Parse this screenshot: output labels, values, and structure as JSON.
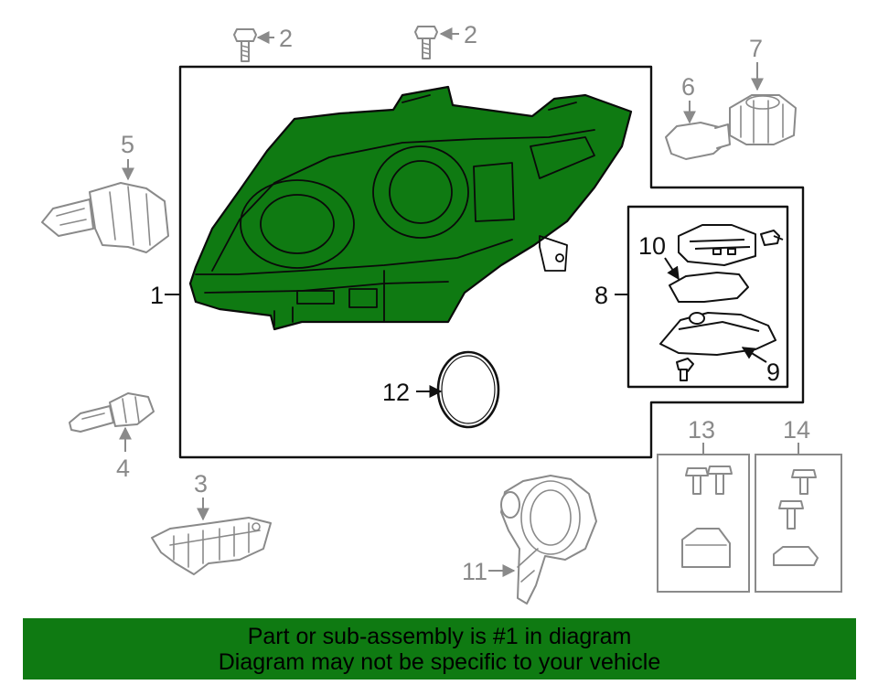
{
  "callouts": {
    "c1": "1",
    "c2a": "2",
    "c2b": "2",
    "c3": "3",
    "c4": "4",
    "c5": "5",
    "c6": "6",
    "c7": "7",
    "c8": "8",
    "c9": "9",
    "c10": "10",
    "c11": "11",
    "c12": "12",
    "c13": "13",
    "c14": "14"
  },
  "banner": {
    "line1": "Part or sub-assembly is #1 in diagram",
    "line2": "Diagram may not be specific to your vehicle"
  },
  "colors": {
    "highlight": "#0f7a12",
    "outline": "#111111",
    "secondary": "#8a8a8a"
  }
}
